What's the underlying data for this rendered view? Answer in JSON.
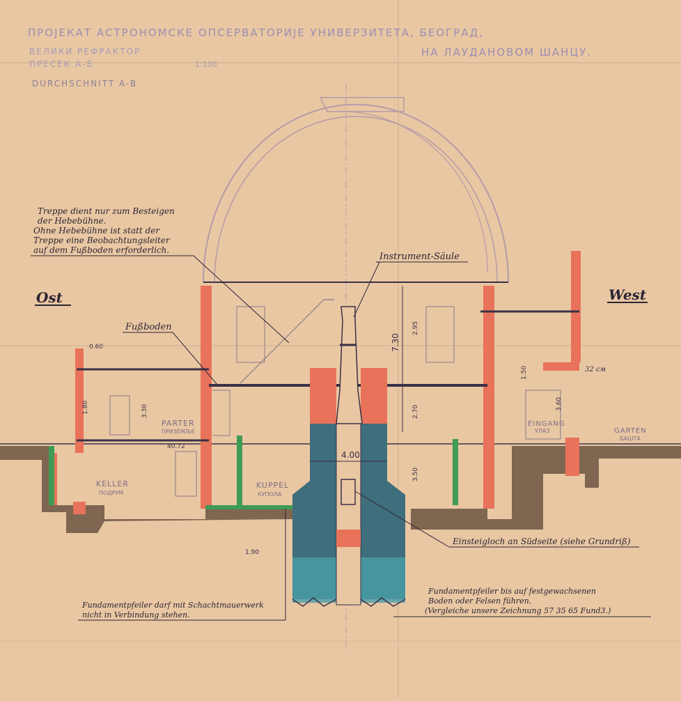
{
  "title": {
    "line1": "ПРОЈЕКАТ АСТРОНОМСКЕ ОПСЕРВАТОРИЈЕ УНИВЕРЗИТЕТА, БЕОГРАД,",
    "line2": "НА ЛАУДАНОВОМ ШАНЦУ.",
    "subtitle1": "ВЕЛИКИ РЕФРАКТОР",
    "subtitle2": "ПРЕСЕК А-Б",
    "scale": "1:100",
    "section_de": "DURCHSCHNITT A-B"
  },
  "orientation": {
    "east": "Ost",
    "west": "West"
  },
  "notes": {
    "stairs": [
      "Treppe dient nur zum Besteigen",
      "der Hebebühne.",
      "Ohne Hebebühne ist statt der",
      "Treppe eine Beobachtungsleiter",
      "auf dem Fußboden erforderlich."
    ],
    "column": "Instrument-Säule",
    "floor": "Fußboden",
    "manhole": "Einsteigloch an Südseite (siehe Grundriß)",
    "pier_left": [
      "Fundamentpfeiler darf mit Schachtmauerwerk",
      "nicht in Verbindung stehen."
    ],
    "pier_right": [
      "Fundamentpfeiler bis auf festgewachsenen",
      "Boden oder Felsen führen.",
      "(Vergleiche unsere Zeichnung 57 35 65 Fund3.)"
    ]
  },
  "rooms": {
    "parterre": "PARTER",
    "parterre_cyr": "ПРИЗЕМЉЕ",
    "keller": "KELLER",
    "keller_cyr": "ПОДРУМ",
    "kuppel": "KUPPEL",
    "kuppel_cyr": "КУПОЛА",
    "eingang": "EINGANG",
    "eingang_cyr": "УЛАЗ",
    "garten": "GARTEN",
    "garten_cyr": "БАШТА"
  },
  "dimensions": {
    "height": "7.30",
    "width": "4.00",
    "d1": "2.70",
    "d2": "3.50",
    "d3": "3.60",
    "d4": "2.95",
    "d5": "1.80",
    "d6": "3.30",
    "d7": "0.60",
    "d8": "1.50",
    "d9": "1.90",
    "d10": "32 см",
    "d11": "40.72"
  },
  "colors": {
    "paper": "#e9c7a3",
    "ink": "#3a3047",
    "brick": "#e8735a",
    "concrete": "#3f6e7c",
    "water": "#4aa0a8",
    "earth": "#5a4636",
    "insulation": "#3f9a55",
    "pencil": "#8a7a8a"
  }
}
